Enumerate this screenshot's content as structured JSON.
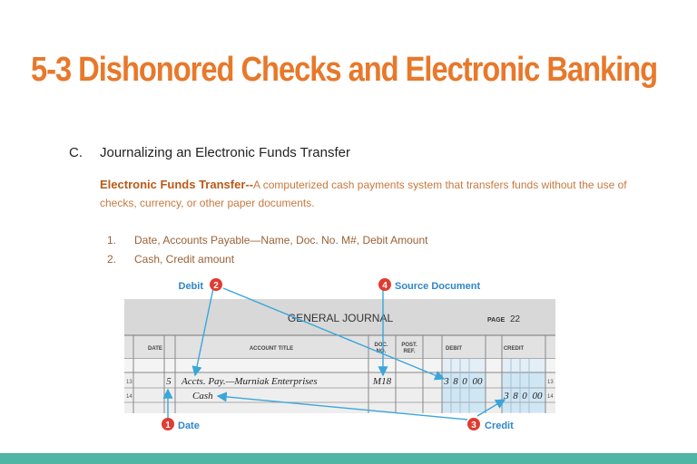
{
  "title": "5-3   Dishonored Checks and Electronic Banking",
  "section": {
    "letter": "C.",
    "heading": "Journalizing an Electronic Funds Transfer"
  },
  "definition": {
    "term": "Electronic Funds Transfer--",
    "text": "A computerized cash payments system that transfers funds without the use of checks, currency, or other paper documents."
  },
  "steps": [
    {
      "num": "1.",
      "text": "Date, Accounts Payable—Name, Doc. No. M#, Debit Amount"
    },
    {
      "num": "2.",
      "text": "Cash, Credit amount"
    }
  ],
  "journal": {
    "title": "GENERAL JOURNAL",
    "page_label": "PAGE",
    "page_number": "22",
    "headers": {
      "date": "DATE",
      "account": "ACCOUNT TITLE",
      "doc": "DOC. NO.",
      "post": "POST. REF.",
      "debit": "DEBIT",
      "credit": "CREDIT"
    },
    "rows": [
      {
        "line": "13",
        "day": "5",
        "account": "Accts. Pay.—Murniak Enterprises",
        "doc": "M18",
        "debit": [
          "3",
          "8",
          "0",
          "00"
        ],
        "credit": []
      },
      {
        "line": "14",
        "day": "",
        "account": "Cash",
        "doc": "",
        "debit": [],
        "credit": [
          "3",
          "8",
          "0",
          "00"
        ]
      }
    ]
  },
  "callouts": [
    {
      "num": "1",
      "label": "Date"
    },
    {
      "num": "2",
      "label": "Debit"
    },
    {
      "num": "3",
      "label": "Credit"
    },
    {
      "num": "4",
      "label": "Source Document"
    }
  ],
  "colors": {
    "title": "#e8782a",
    "accent_bar": "#4fb5a5",
    "callout": "#e03c31",
    "arrow": "#3aa6da",
    "highlight": "#cfe6f5"
  }
}
